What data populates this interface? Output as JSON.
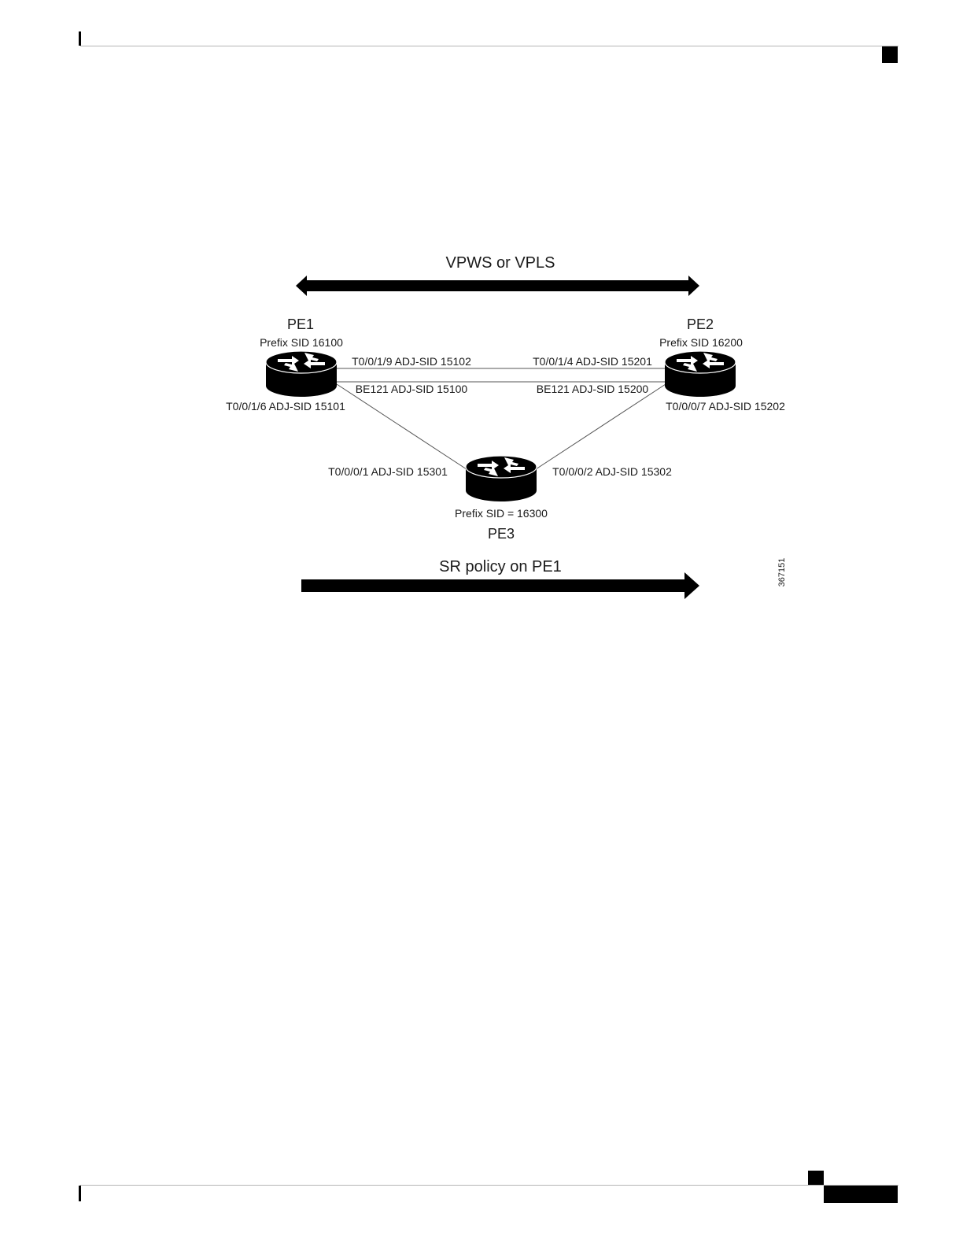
{
  "diagram": {
    "top_label": "VPWS or VPLS",
    "bottom_label": "SR policy on PE1",
    "figure_id": "367151",
    "nodes": {
      "pe1": {
        "name": "PE1",
        "prefix": "Prefix SID 16100",
        "iface": "T0/0/1/6 ADJ-SID 15101"
      },
      "pe2": {
        "name": "PE2",
        "prefix": "Prefix SID 16200",
        "iface": "T0/0/0/7 ADJ-SID 15202"
      },
      "pe3": {
        "name": "PE3",
        "prefix": "Prefix SID = 16300"
      }
    },
    "links": {
      "pe1_pe2_top_left": "T0/0/1/9 ADJ-SID 15102",
      "pe1_pe2_top_right": "T0/0/1/4 ADJ-SID 15201",
      "pe1_pe2_bottom_left": "BE121 ADJ-SID 15100",
      "pe1_pe2_bottom_right": "BE121 ADJ-SID 15200",
      "pe3_left": "T0/0/0/1 ADJ-SID 15301",
      "pe3_right": "T0/0/0/2 ADJ-SID 15302"
    }
  },
  "colors": {
    "ink": "#000000",
    "text": "#1a1a1a",
    "line": "#555555",
    "rule": "#b5b5b5",
    "icon_arrow": "#ffffff"
  },
  "icons": {
    "router": "router-icon"
  }
}
